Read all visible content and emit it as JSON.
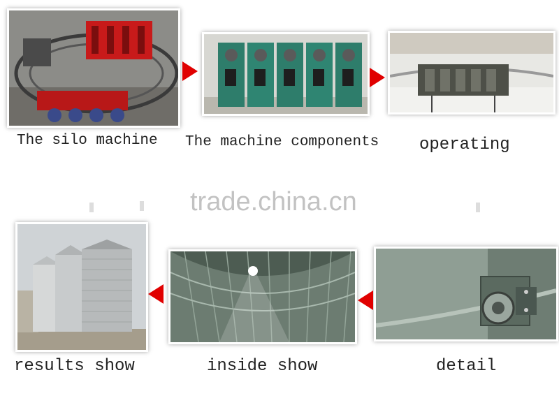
{
  "steps": [
    {
      "caption": "The silo machine",
      "icon": "silo-machine-photo"
    },
    {
      "caption": "The machine components",
      "icon": "machine-components-photo"
    },
    {
      "caption": "operating",
      "icon": "operating-photo"
    },
    {
      "caption": "detail",
      "icon": "detail-photo"
    },
    {
      "caption": "inside show",
      "icon": "inside-show-photo"
    },
    {
      "caption": "results show",
      "icon": "results-show-photo"
    }
  ],
  "watermark": "trade.china.cn",
  "colors": {
    "arrow": "#e00000"
  }
}
